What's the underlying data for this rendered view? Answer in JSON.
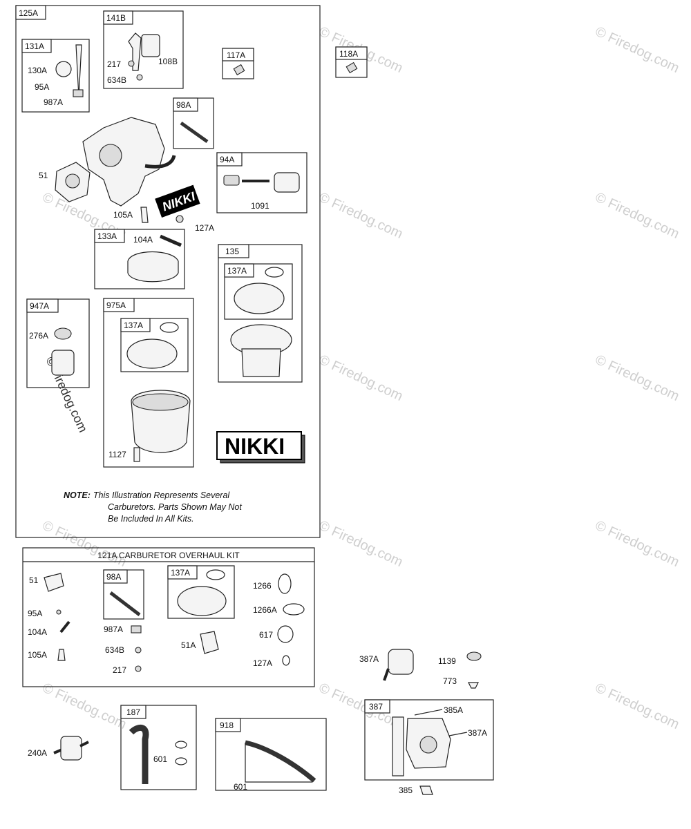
{
  "boxes": {
    "b125A": "125A",
    "b131A": "131A",
    "b141B": "141B",
    "b117A": "117A",
    "b118A": "118A",
    "b98A": "98A",
    "b94A": "94A",
    "b133A": "133A",
    "b135": "135",
    "b137A_in135": "137A",
    "b947A": "947A",
    "b975A": "975A",
    "b137A_in975": "137A",
    "b98A_kit": "98A",
    "b137A_kit": "137A",
    "b187": "187",
    "b918": "918",
    "b387": "387"
  },
  "kit_title": "121A CARBURETOR OVERHAUL KIT",
  "labels": {
    "l130A": "130A",
    "l95A": "95A",
    "l987A": "987A",
    "l217": "217",
    "l634B": "634B",
    "l108B": "108B",
    "l51": "51",
    "l105A": "105A",
    "l127A": "127A",
    "l1091": "1091",
    "l104A": "104A",
    "l276A": "276A",
    "l1127": "1127",
    "k51": "51",
    "k95A": "95A",
    "k104A": "104A",
    "k105A": "105A",
    "k987A": "987A",
    "k634B": "634B",
    "k217": "217",
    "k51A": "51A",
    "k1266": "1266",
    "k1266A": "1266A",
    "k617": "617",
    "k127A": "127A",
    "l387A_a": "387A",
    "l1139": "1139",
    "l773": "773",
    "l240A": "240A",
    "l601_a": "601",
    "l601_b": "601",
    "l385A": "385A",
    "l387A_b": "387A",
    "l385": "385"
  },
  "brand": {
    "nikki_big": "NIKKI",
    "nikki_small": "NIKKI"
  },
  "note": {
    "prefix": "NOTE:",
    "line1": "This Illustration Represents Several",
    "line2": "Carburetors. Parts Shown May Not",
    "line3": "Be Included In All Kits."
  },
  "watermark": "© Firedog.com",
  "colors": {
    "line": "#222222",
    "watermark": "#cfcfcf",
    "background": "#ffffff"
  }
}
